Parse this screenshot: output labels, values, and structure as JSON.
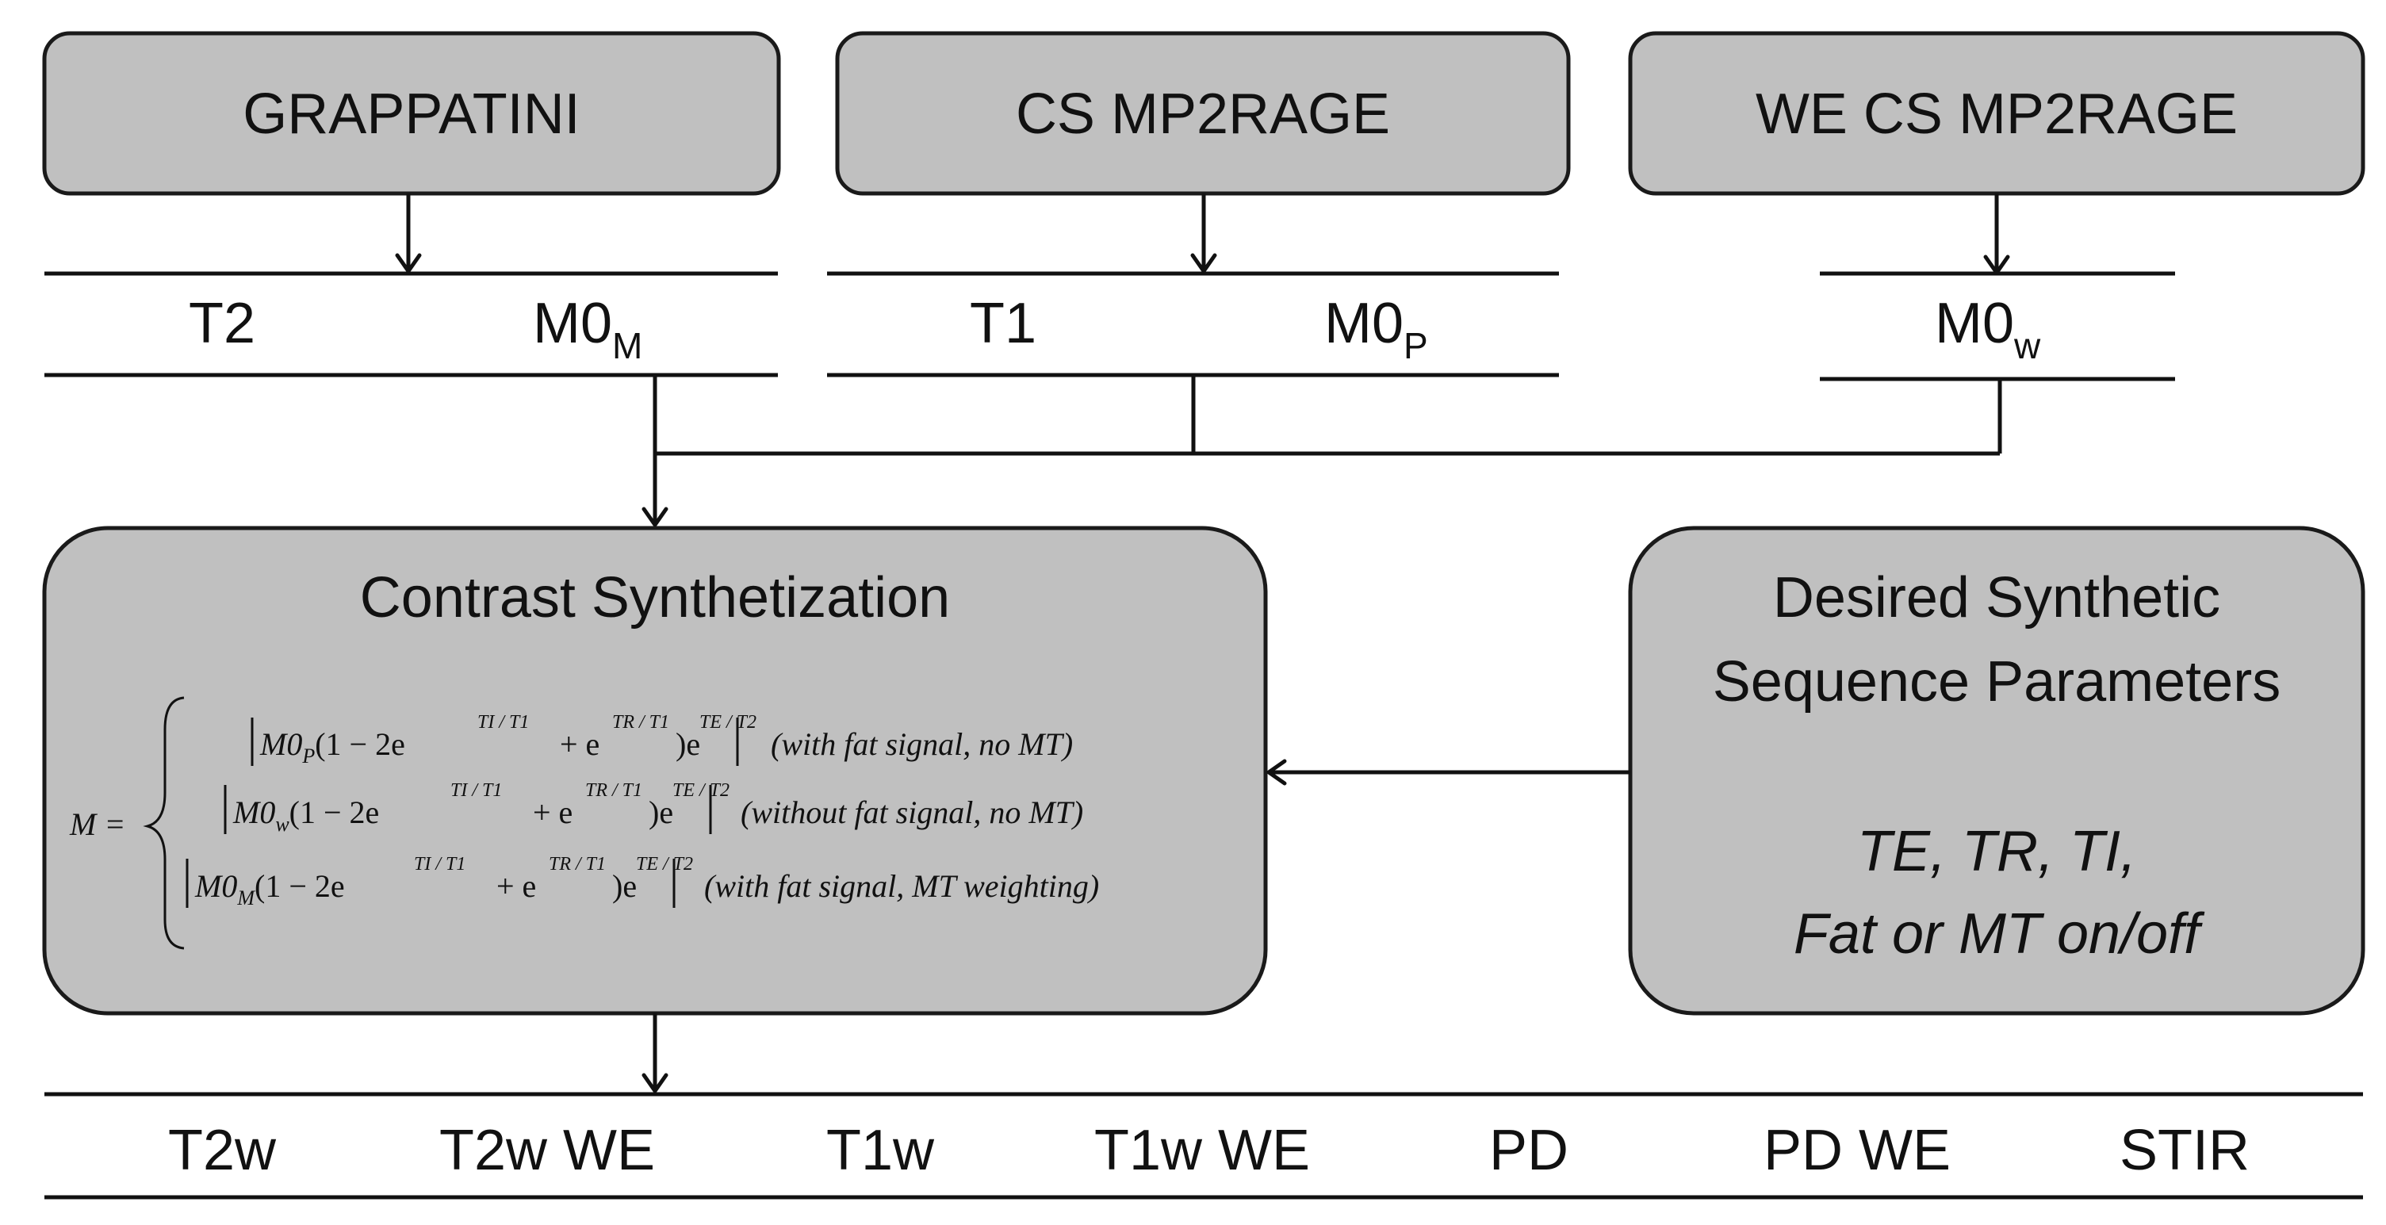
{
  "sources": {
    "grappatini": "GRAPPATINI",
    "cs_mp2rage": "CS MP2RAGE",
    "we_cs_mp2rage": "WE CS MP2RAGE"
  },
  "maps": {
    "t2": "T2",
    "m0m_base": "M0",
    "m0m_sub": "M",
    "t1": "T1",
    "m0p_base": "M0",
    "m0p_sub": "P",
    "m0w_base": "M0",
    "m0w_sub": "w"
  },
  "synthesis": {
    "title": "Contrast Synthetization",
    "lhs": "M =",
    "formula_body": "(1 − 2e",
    "plus": "+ e",
    "close": ")e",
    "exp_ti": "TI / T1",
    "exp_tr": "TR / T1",
    "exp_te": "TE / T2",
    "rows": [
      {
        "m0": "M0",
        "sub": "P",
        "note": "(with fat signal, no MT)"
      },
      {
        "m0": "M0",
        "sub": "w",
        "note": "(without fat signal, no MT)"
      },
      {
        "m0": "M0",
        "sub": "M",
        "note": "(with fat signal, MT weighting)"
      }
    ]
  },
  "parameters": {
    "title_line1": "Desired Synthetic",
    "title_line2": "Sequence Parameters",
    "params_line1": "TE, TR, TI,",
    "params_line2": "Fat or MT on/off"
  },
  "outputs": [
    "T2w",
    "T2w WE",
    "T1w",
    "T1w WE",
    "PD",
    "PD WE",
    "STIR"
  ]
}
